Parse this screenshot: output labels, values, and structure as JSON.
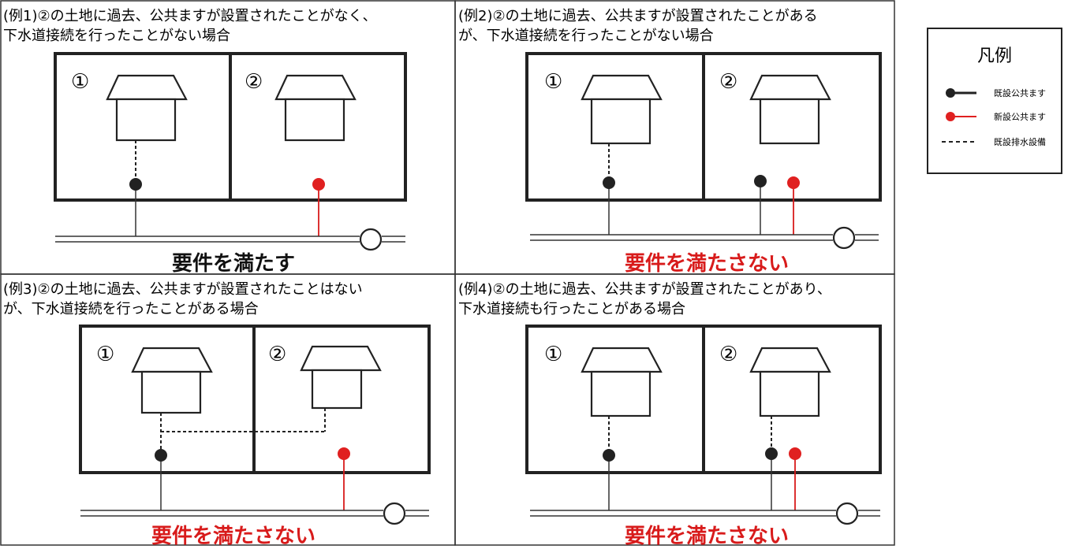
{
  "panels": [
    {
      "title_line1": "(例1)②の土地に過去、公共ますが設置されたことがなく、",
      "title_line2": "下水道接続を行ったことがない場合",
      "lot1_label": "①",
      "lot2_label": "②",
      "result": "要件を満たす",
      "result_color": "#111111"
    },
    {
      "title_line1": "(例2)②の土地に過去、公共ますが設置されたことがある",
      "title_line2": "が、下水道接続を行ったことがない場合",
      "lot1_label": "①",
      "lot2_label": "②",
      "result": "要件を満たさない",
      "result_color": "#d81b1b"
    },
    {
      "title_line1": "(例3)②の土地に過去、公共ますが設置されたことはない",
      "title_line2": "が、下水道接続を行ったことがある場合",
      "lot1_label": "①",
      "lot2_label": "②",
      "result": "要件を満たさない",
      "result_color": "#d81b1b"
    },
    {
      "title_line1": "(例4)②の土地に過去、公共ますが設置されたことがあり、",
      "title_line2": "下水道接続も行ったことがある場合",
      "lot1_label": "①",
      "lot2_label": "②",
      "result": "要件を満たさない",
      "result_color": "#d81b1b"
    }
  ],
  "legend": {
    "title": "凡例",
    "items": [
      {
        "label": "既設公共ます",
        "symbol": "existing-catch-basin",
        "color": "#222222"
      },
      {
        "label": "新設公共ます",
        "symbol": "new-catch-basin",
        "color": "#e02020"
      },
      {
        "label": "既設排水設備",
        "symbol": "existing-drain-line",
        "color": "#222222"
      }
    ]
  }
}
